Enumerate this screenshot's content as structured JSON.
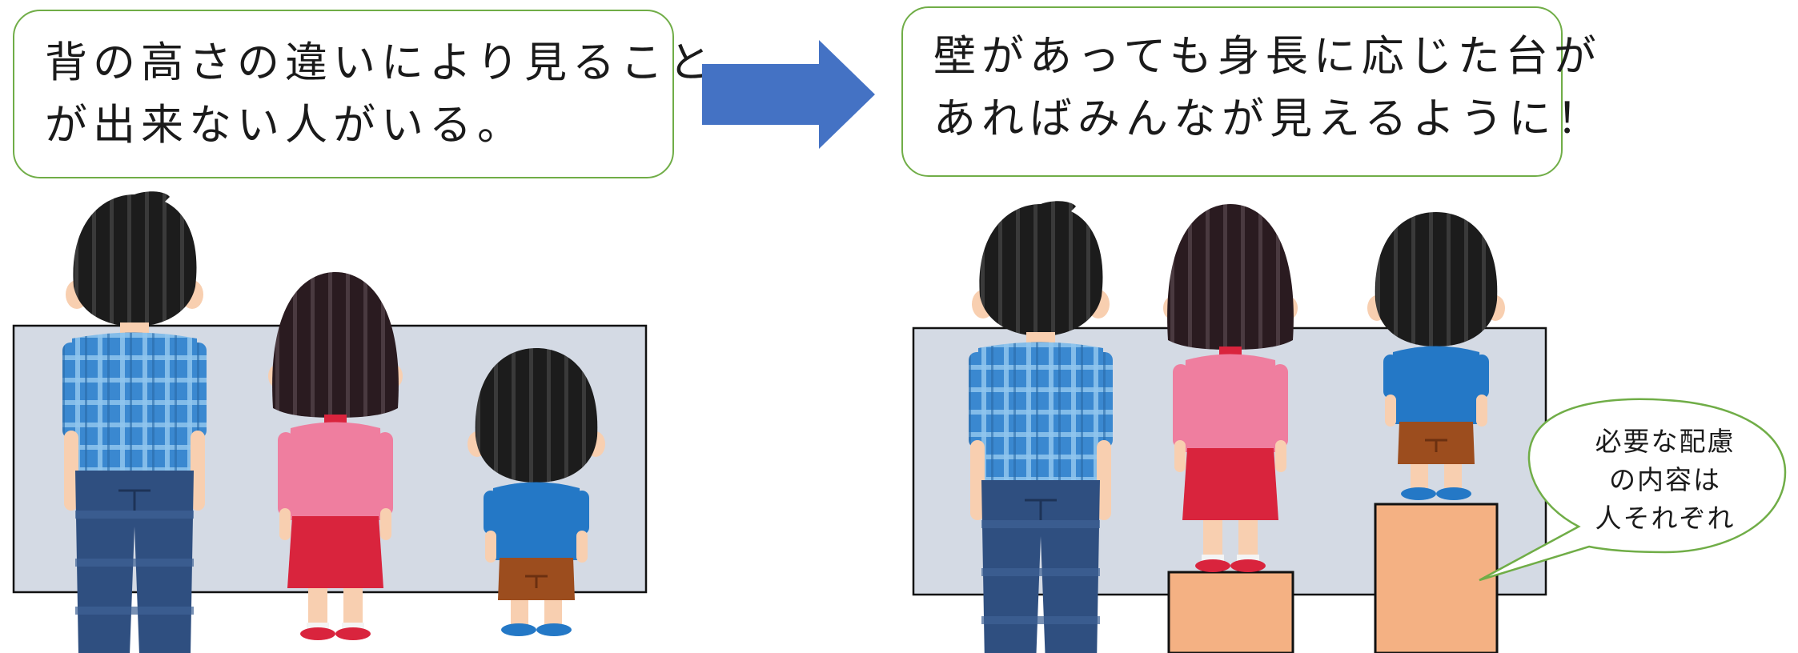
{
  "callouts": {
    "left": [
      "背の高さの違いにより見ること",
      "が出来ない人がいる。"
    ],
    "right": [
      "壁があっても身長に応じた台が",
      "あればみんなが見えるように！"
    ]
  },
  "speech_bubble": [
    "必要な配慮",
    "の内容は",
    "人それぞれ"
  ],
  "colors": {
    "callout_border": "#70ad47",
    "arrow": "#4472c4",
    "wall": "#d4dae4",
    "box": "#f4b183",
    "hair": "#1c1c1c",
    "skin": "#f8cfb0",
    "plaid_shirt": "#3a88d0",
    "jeans": "#2f4f80",
    "pink_shirt": "#ef7e9f",
    "red_skirt": "#d9243d",
    "blue_shirt": "#2478c6",
    "brown_shorts": "#9c4d1e"
  },
  "icons": [
    "right-arrow-icon",
    "adult-figure-icon",
    "girl-figure-icon",
    "boy-figure-icon",
    "step-box-icon"
  ]
}
